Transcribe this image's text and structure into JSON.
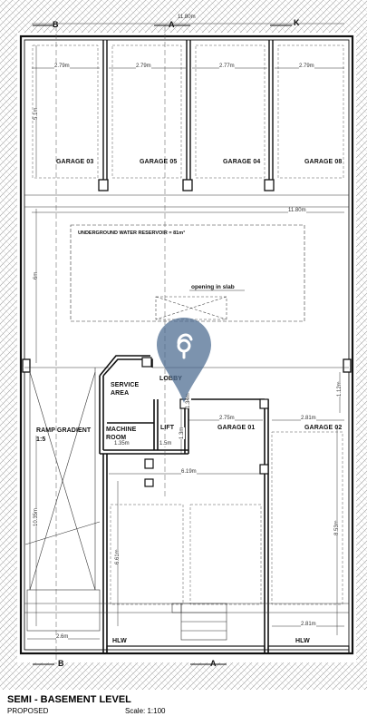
{
  "drawing": {
    "title": "SEMI - BASEMENT LEVEL",
    "subtitle": "PROPOSED",
    "scale": "Scale: 1:100"
  },
  "section_markers": {
    "a": "A",
    "b": "B",
    "k": "K"
  },
  "rooms": {
    "garage_03": "GARAGE 03",
    "garage_05": "GARAGE 05",
    "garage_04": "GARAGE 04",
    "garage_08": "GARAGE 08",
    "garage_01": "GARAGE 01",
    "garage_02": "GARAGE 02",
    "service_area": "SERVICE AREA",
    "lobby": "LOBBY",
    "machine_room": "MACHINE ROOM",
    "lift": "LIFT",
    "ramp": "RAMP GRADIENT 1:5",
    "hlw_1": "HLW",
    "hlw_2": "HLW"
  },
  "notes": {
    "reservoir": "UNDERGROUND WATER RESERVOIR = 81m³",
    "opening": "opening in slab"
  },
  "dimensions": {
    "overall_width": "11.80m",
    "mid_width": "11.80m",
    "garage_width_1": "2.79m",
    "garage_width_2": "2.79m",
    "garage_width_3": "2.77m",
    "garage_width_4": "2.79m",
    "garage_depth": "5.1m",
    "aisle_depth": "6m",
    "g01_width": "2.75m",
    "g02_width": "2.81m",
    "g02_bottom_width": "2.81m",
    "lobby_depth": "1.12m",
    "lift_height": "1.3m",
    "service_depth": "1.34m",
    "machine_width": "1.35m",
    "lift_width": "1.5m",
    "lower_width": "6.19m",
    "ramp_length": "10.35m",
    "lower_depth": "6.61m",
    "g02_depth": "8.53m",
    "bottom_left": "2.6m"
  }
}
